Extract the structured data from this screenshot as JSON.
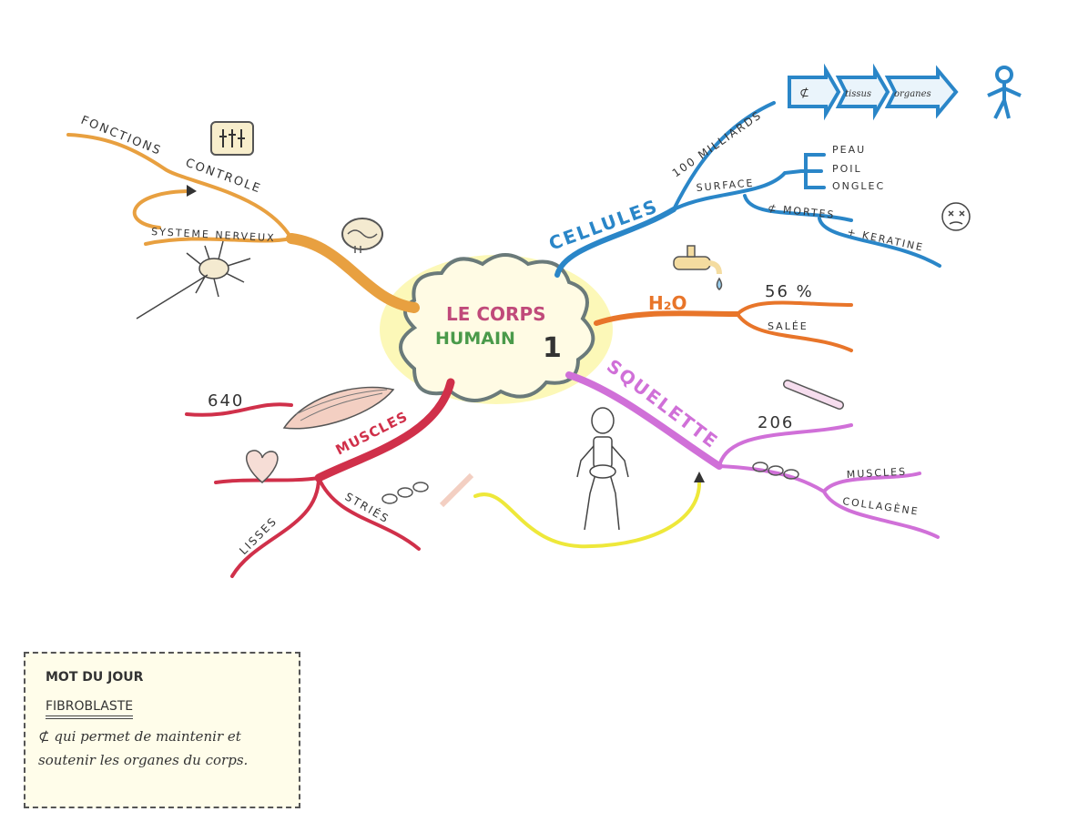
{
  "title": {
    "line1": "LE CORPS",
    "line2": "HUMAIN",
    "number": "1"
  },
  "branches": {
    "nerveux": {
      "label1": "FONCTIONS",
      "label2": "CONTROLE",
      "label3": "SYSTEME NERVEUX",
      "color": "#e8a040"
    },
    "cellules": {
      "label": "CELLULES",
      "count": "100 MILLIARDS",
      "surface": "SURFACE",
      "peau": "PEAU",
      "poil": "POIL",
      "ongles": "ONGLEC",
      "mortes": "⊄ MORTES",
      "keratine": "+ KERATINE",
      "chain": [
        "⊄",
        "tissus",
        "organes"
      ],
      "color": "#2a86c8"
    },
    "h2o": {
      "label": "H₂O",
      "percent": "56 %",
      "salee": "SALÉE",
      "color": "#e8752a"
    },
    "squelette": {
      "label": "SQUELETTE",
      "bones": "206",
      "muscles": "MUSCLES",
      "collagene": "COLLAGÈNE",
      "color": "#d070d8"
    },
    "muscles": {
      "label": "MUSCLES",
      "count": "640",
      "lisses": "LISSES",
      "stries": "STRIÉS",
      "color": "#d0304a"
    }
  },
  "mot_du_jour": {
    "title": "MOT DU JOUR",
    "word": "FIBROBLASTE",
    "definition": "⊄ qui permet de maintenir et soutenir les organes du corps."
  }
}
